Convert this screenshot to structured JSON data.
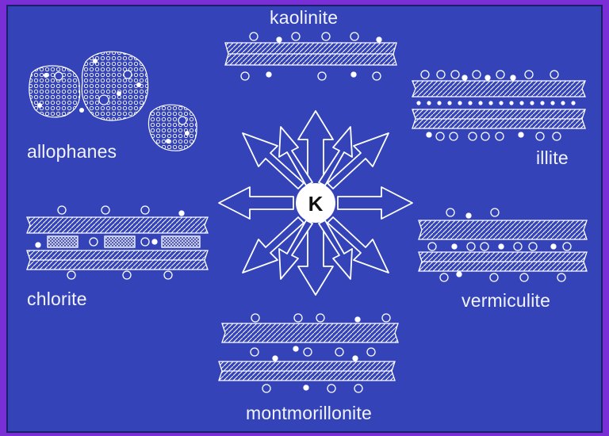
{
  "diagram": {
    "center_label": "K",
    "minerals": {
      "kaolinite": "kaolinite",
      "illite": "illite",
      "vermiculite": "vermiculite",
      "montmorillonite": "montmorillonite",
      "chlorite": "chlorite",
      "allophanes": "allophanes"
    }
  },
  "colors": {
    "frame": "#7a2fd6",
    "background": "#3443b8",
    "line": "#ffffff",
    "text": "#f2f4ff"
  }
}
